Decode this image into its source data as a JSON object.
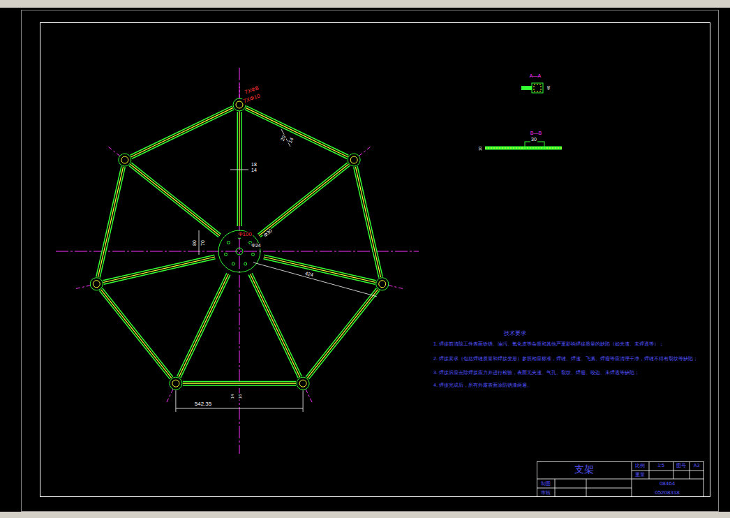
{
  "diagram": {
    "labels": [
      "7XΦ8",
      "7XΦ10",
      "Φ100",
      "Φ30",
      "Φ24",
      "20",
      "14",
      "18",
      "14",
      "80",
      "70",
      "424",
      "542.35",
      "14",
      "16",
      "A—A",
      "40",
      "B—B",
      "30",
      "10",
      "技术要求",
      "1. 焊接前清除工件表面铁锈、油污、氧化皮等杂质和其他严重影响焊接质量的缺陷（如夹渣、未焊透等）；",
      "2. 焊接要求（包括焊缝质量和焊接变形）参照相应标准，焊缝、焊渣、飞溅、焊瘤等应清理干净，焊缝不得有裂纹等缺陷；",
      "3. 焊接后应去除焊接应力并进行检验，表面无夹渣、气孔、裂纹、焊瘤、咬边、未焊透等缺陷；",
      "4. 焊接完成后，所有外露表面涂防锈漆两遍。",
      "支架",
      "比例",
      "1:5",
      "图号",
      "A3",
      "重量",
      "08464",
      "05208318",
      "制图",
      "审核"
    ]
  }
}
